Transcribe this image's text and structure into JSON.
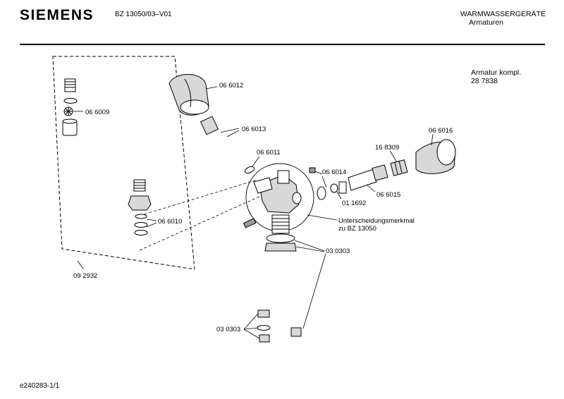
{
  "header": {
    "brand": "SIEMENS",
    "doc_number": "BZ 13050/03–V01",
    "category": "WARMWASSERGERÄTE",
    "subcategory": "Armaturen"
  },
  "assembly": {
    "title": "Armatur kompl.",
    "number": "28 7838"
  },
  "note": {
    "line1": "Unterscheidungsmerkmal",
    "line2": "zu BZ 13050"
  },
  "parts": {
    "p066012": "06 6012",
    "p066009": "06 6009",
    "p066013": "06 6013",
    "p066011": "06 6011",
    "p066014": "06 6014",
    "p168309": "16 8309",
    "p066016": "06 6016",
    "p066015": "06 6015",
    "p011692": "01 1692",
    "p066010": "06 6010",
    "p030303a": "03 0303",
    "p092932": "09 2932",
    "p030303b": "03 0303"
  },
  "footer": {
    "doc_id": "e240283-1/1"
  }
}
